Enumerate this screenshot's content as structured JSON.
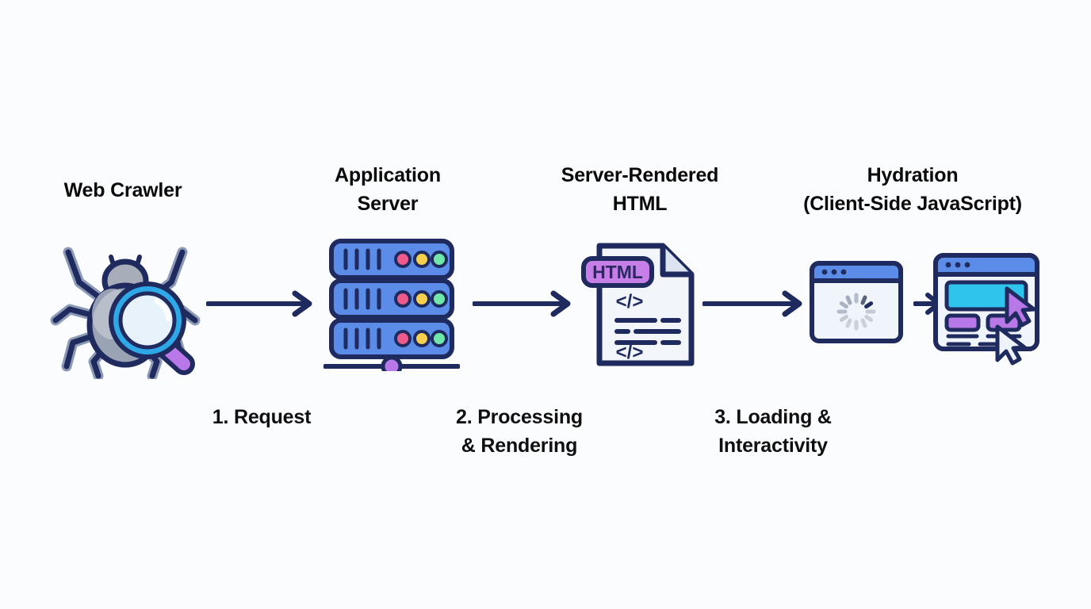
{
  "diagram": {
    "title": "Server-Side Rendering request pipeline",
    "background_color": "#fbfcfe",
    "stages": [
      {
        "id": "crawler",
        "label": "Web Crawler",
        "icon": "spider-magnifier-icon"
      },
      {
        "id": "server",
        "label": "Application\nServer",
        "icon": "server-rack-icon"
      },
      {
        "id": "html",
        "label": "Server-Rendered\nHTML",
        "icon": "html-document-icon"
      },
      {
        "id": "hydration",
        "label": "Hydration\n(Client-Side JavaScript)",
        "icon": "browser-windows-icon"
      }
    ],
    "steps": [
      {
        "id": "step-1",
        "label": "1. Request"
      },
      {
        "id": "step-2",
        "label": "2. Processing\n& Rendering"
      },
      {
        "id": "step-3",
        "label": "3. Loading &\nInteractivity"
      }
    ],
    "badges": {
      "html_badge": "HTML"
    },
    "code_marks": {
      "open_tag_top": "</>",
      "open_tag_bottom": "</>"
    },
    "colors": {
      "outline_navy": "#1f2a5e",
      "ink_black": "#0a0a0a",
      "server_blue": "#4a7fe0",
      "server_blue_light": "#6d9bf0",
      "accent_purple": "#b878e8",
      "accent_cyan": "#2ec4ec",
      "led_pink": "#ef5a8c",
      "led_yellow": "#f5d04e",
      "led_green": "#6ee7a8",
      "spider_body_gray": "#9aa3b4",
      "spider_leg_gray": "#8d9ab5",
      "paper_white": "#f2f6fb",
      "lens_blue": "#2fa8e8"
    },
    "arrows": [
      {
        "id": "arrow-1",
        "from": "crawler",
        "to": "server",
        "direction": "right"
      },
      {
        "id": "arrow-2",
        "from": "server",
        "to": "html",
        "direction": "right"
      },
      {
        "id": "arrow-3",
        "from": "html",
        "to": "hydration",
        "direction": "right"
      },
      {
        "id": "arrow-4",
        "from": "loading-browser",
        "to": "interactive-browser",
        "direction": "right"
      }
    ]
  }
}
